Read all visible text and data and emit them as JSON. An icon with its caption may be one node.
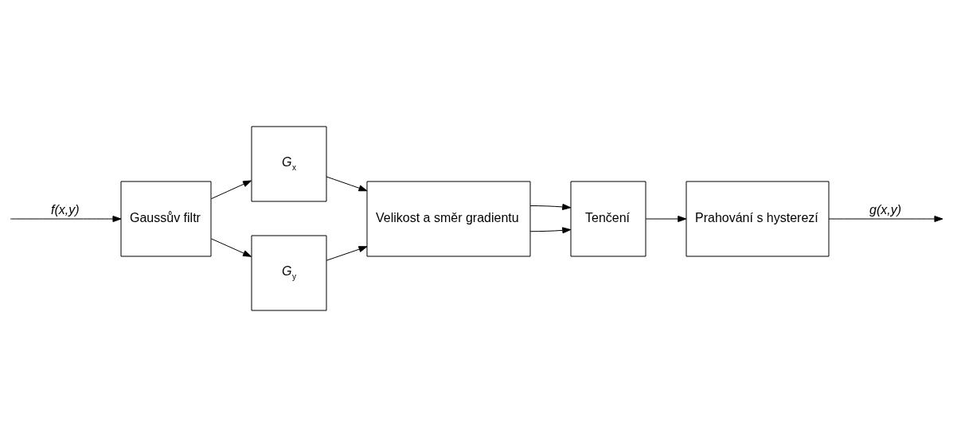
{
  "diagram": {
    "nodes": [
      {
        "text": [
          "Gaussův filtr"
        ]
      },
      {
        "text": [
          "*G*$_{x}$"
        ]
      },
      {
        "text": [
          "*G*$_{y}$"
        ]
      },
      {
        "text": [
          "Velikost a směr gradientu"
        ]
      },
      {
        "text": [
          "Tenčení"
        ]
      },
      {
        "text": [
          "Prahování s hysterezí"
        ]
      }
    ],
    "edges": [
      {
        "from": null,
        "to": 0,
        "arrow": "to",
        "label": "*f(x,y)*"
      },
      {
        "from": 0,
        "to": 1,
        "arrow": "to"
      },
      {
        "from": 0,
        "to": 2,
        "arrow": "to"
      },
      {
        "from": 1,
        "to": 3,
        "arrow": "to"
      },
      {
        "from": 2,
        "to": 3,
        "arrow": "to"
      },
      {
        "from": 3,
        "to": 4,
        "arrow": "to"
      },
      {
        "from": 3,
        "to": 4,
        "arrow": "to"
      },
      {
        "from": 4,
        "to": 5,
        "arrow": "to"
      },
      {
        "from": 5,
        "to": null,
        "arrow": "to",
        "label": "*g(x,y)*"
      }
    ]
  }
}
